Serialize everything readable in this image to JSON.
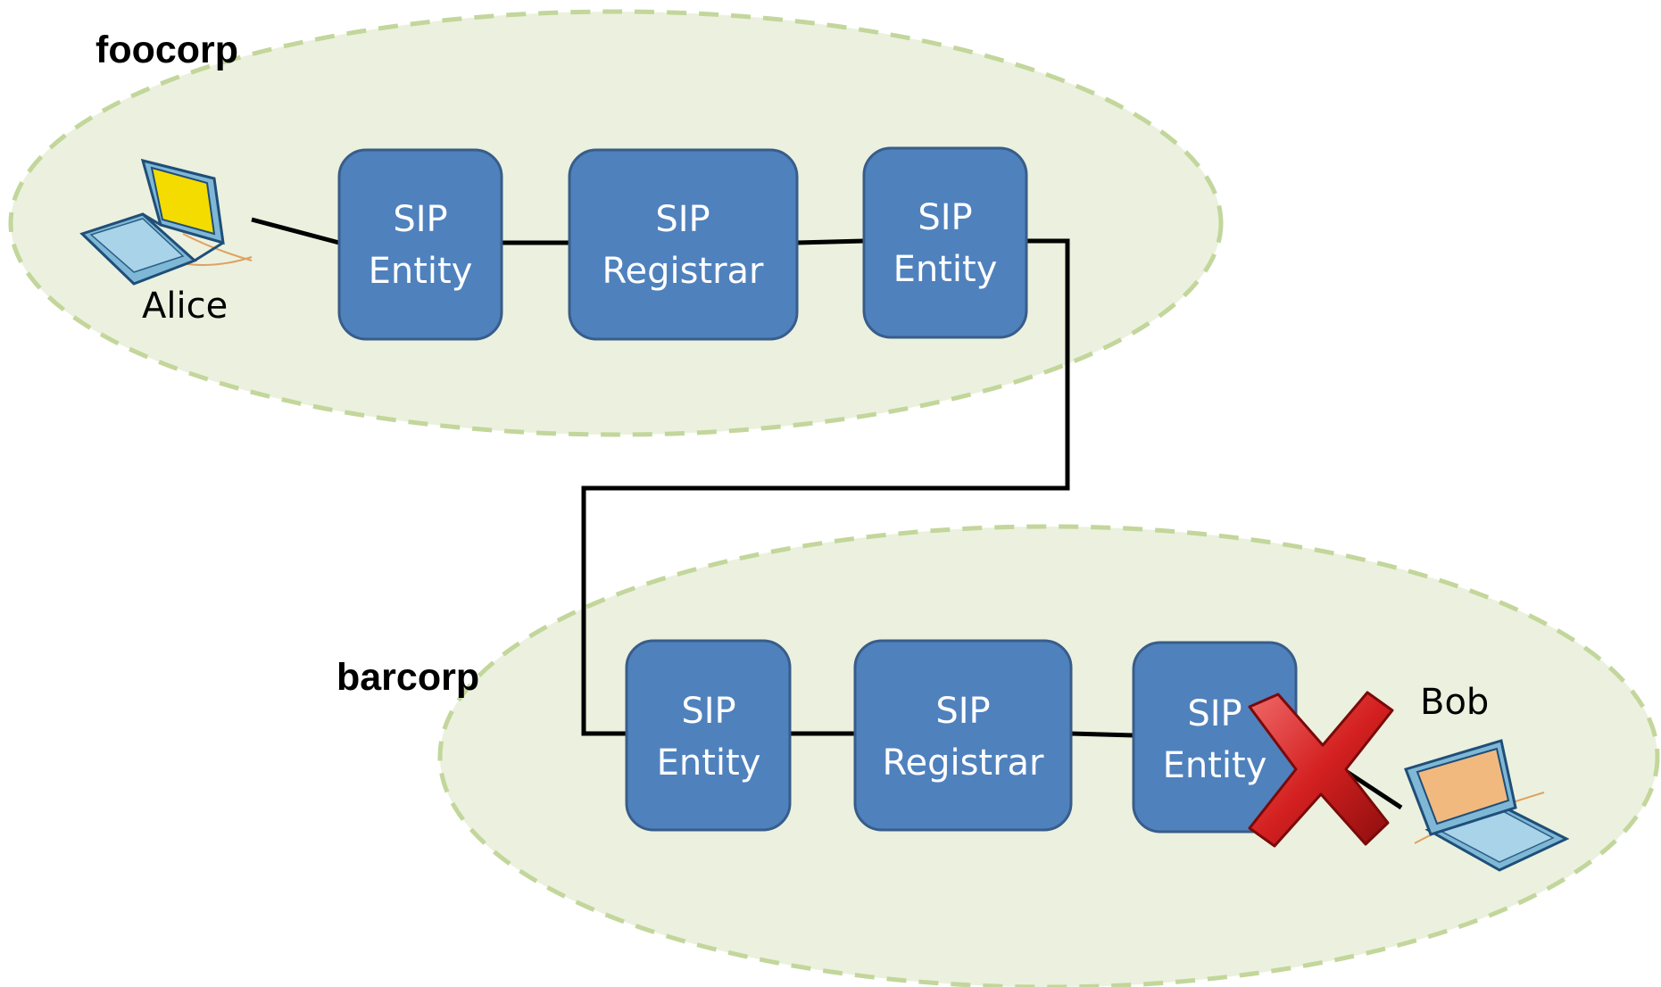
{
  "domains": [
    {
      "id": "foocorp",
      "label": "foocorp"
    },
    {
      "id": "barcorp",
      "label": "barcorp"
    }
  ],
  "nodes": [
    {
      "id": "foo-entity-1",
      "lines": [
        "SIP",
        "Entity"
      ]
    },
    {
      "id": "foo-registrar",
      "lines": [
        "SIP",
        "Registrar"
      ]
    },
    {
      "id": "foo-entity-2",
      "lines": [
        "SIP",
        "Entity"
      ]
    },
    {
      "id": "bar-entity-1",
      "lines": [
        "SIP",
        "Entity"
      ]
    },
    {
      "id": "bar-registrar",
      "lines": [
        "SIP",
        "Registrar"
      ]
    },
    {
      "id": "bar-entity-2",
      "lines": [
        "SIP",
        "Entity"
      ]
    }
  ],
  "users": [
    {
      "id": "alice",
      "label": "Alice",
      "screen_color": "#f5dc00"
    },
    {
      "id": "bob",
      "label": "Bob",
      "screen_color": "#f2b97f"
    }
  ],
  "colors": {
    "domain_fill": "#ebf1de",
    "domain_stroke": "#c3d69b",
    "node_fill": "#4f81bd",
    "node_stroke": "#385d8a",
    "link": "#000000",
    "failure_mark": "#d42020"
  },
  "failure": {
    "target": "bar-entity-2",
    "icon": "red-x-icon"
  }
}
